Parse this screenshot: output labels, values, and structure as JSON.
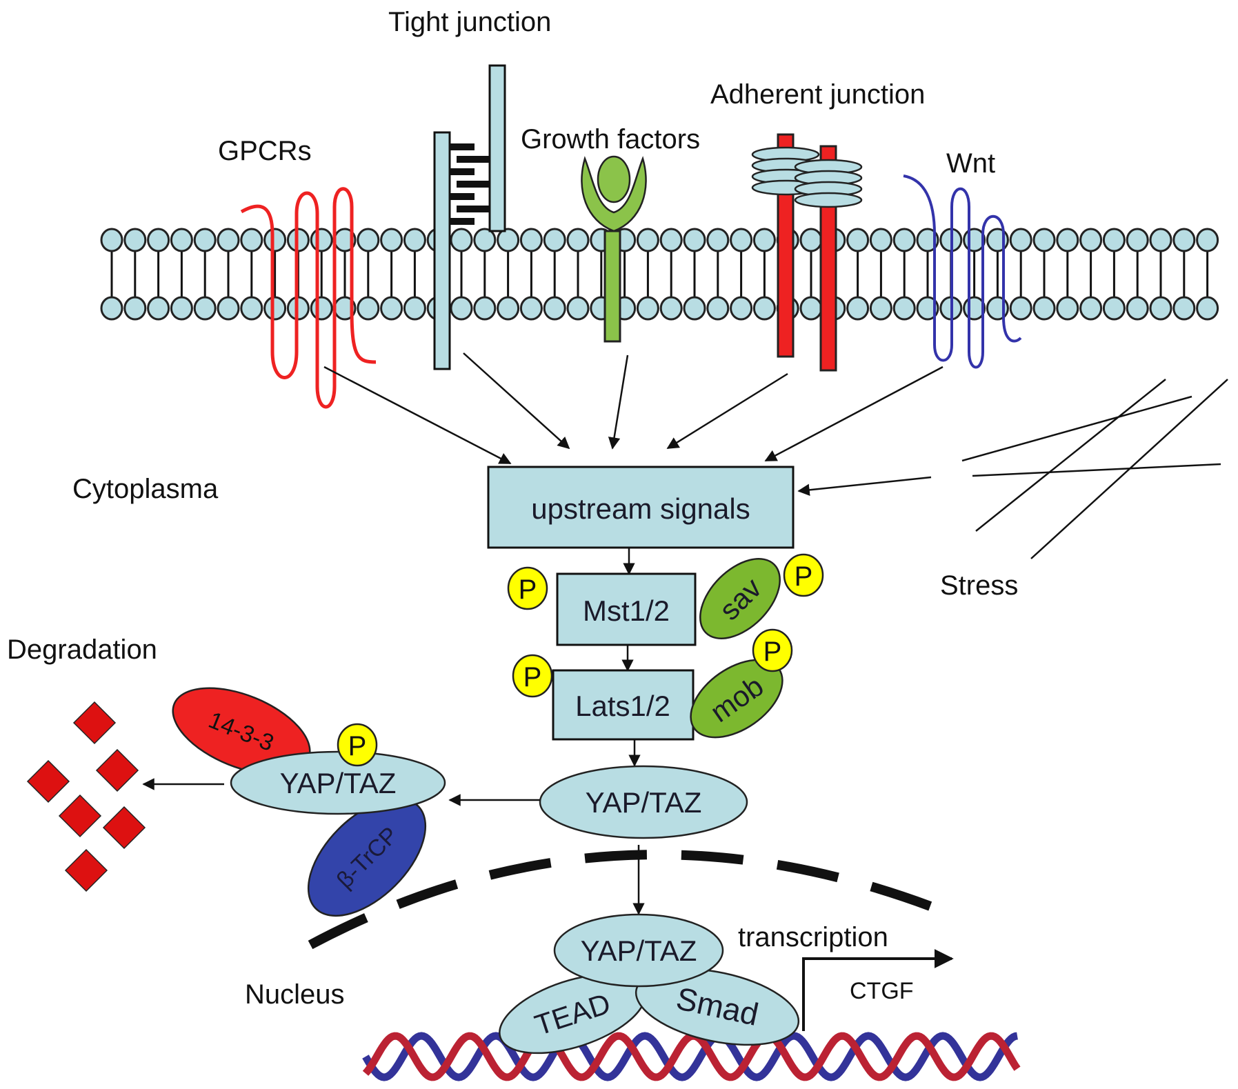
{
  "diagram": {
    "title": "Hippo-YAP/TAZ signaling pathway",
    "membrane_inputs": [
      {
        "id": "gpcrs",
        "label": "GPCRs",
        "color": "#ee2222"
      },
      {
        "id": "tight_junction",
        "label": "Tight junction",
        "color": "#b8dde3"
      },
      {
        "id": "growth_factors",
        "label": "Growth factors",
        "color": "#8bc34a"
      },
      {
        "id": "adherent_junction",
        "label": "Adherent junction",
        "color": "#ee2222"
      },
      {
        "id": "wnt",
        "label": "Wnt",
        "color": "#3333aa"
      }
    ],
    "regions": {
      "cytoplasm": "Cytoplasma",
      "degradation": "Degradation",
      "nucleus": "Nucleus",
      "stress": "Stress"
    },
    "cascade": {
      "upstream": "upstream signals",
      "mst": "Mst1/2",
      "sav": "sav",
      "lats": "Lats1/2",
      "mob": "mob",
      "phospho": "P",
      "yap_taz": "YAP/TAZ"
    },
    "degradation_complex": {
      "yap_taz": "YAP/TAZ",
      "protein_14_3_3": "14-3-3",
      "beta_trcp": "β-TrCP",
      "phospho": "P"
    },
    "nuclear_complex": {
      "yap_taz": "YAP/TAZ",
      "tead": "TEAD",
      "smad": "Smad",
      "transcription": "transcription",
      "target_gene": "CTGF"
    },
    "colors": {
      "membrane_head": "#b8dde3",
      "phospho": "#ffff00",
      "scaffold_green": "#7cb82f",
      "protein_14_3_3": "#ee2222",
      "beta_trcp": "#3344aa",
      "degradation_fragments": "#dd1111",
      "dna_strand_a": "#bb2233",
      "dna_strand_b": "#333399"
    }
  }
}
